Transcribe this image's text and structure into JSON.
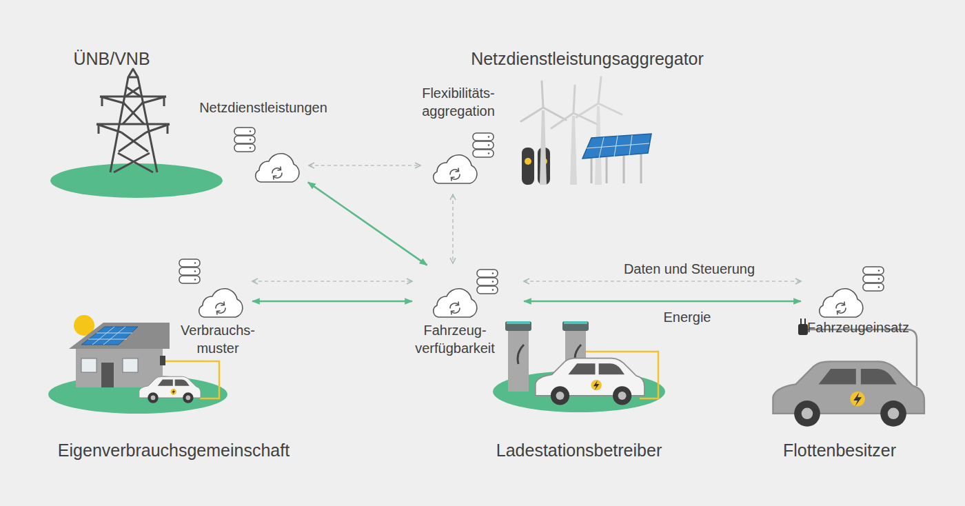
{
  "diagram": {
    "nodes": [
      {
        "text": [
          "Netzdienstleistungen"
        ]
      },
      {
        "text": [
          "Flexibilitäts- aggregation"
        ]
      },
      {
        "text": [
          "Verbrauchs- muster"
        ]
      },
      {
        "text": [
          "Fahrzeug- verfügbarkeit"
        ]
      },
      {
        "text": [
          "Fahrzeugeinsatz"
        ]
      }
    ],
    "edges": [
      {
        "from": 0,
        "to": 1,
        "arrow": "both"
      },
      {
        "from": 0,
        "to": 3,
        "arrow": "both"
      },
      {
        "from": 1,
        "to": 3,
        "arrow": "both"
      },
      {
        "from": 2,
        "to": 3,
        "arrow": "both"
      },
      {
        "from": 2,
        "to": 3,
        "arrow": "both"
      },
      {
        "from": 3,
        "to": 4,
        "label": "Daten und Steuerung",
        "arrow": "both"
      },
      {
        "from": 3,
        "to": 4,
        "label": "Energie",
        "arrow": "both"
      }
    ],
    "labels": [
      "ÜNB/VNB",
      "Netzdienstleistungsaggregator",
      "Eigenverbrauchsgemeinschaft",
      "Ladestationsbetreiber",
      "Flottenbesitzer"
    ]
  }
}
